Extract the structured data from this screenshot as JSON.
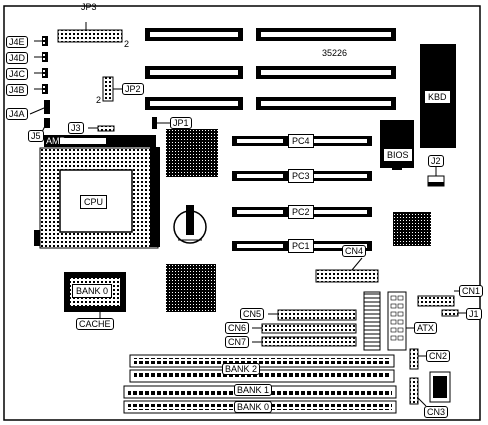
{
  "board_code": "35226",
  "labels": {
    "jp3": "JP3",
    "jp3_pin": "2",
    "j4e": "J4E",
    "j4d": "J4D",
    "j4c": "J4C",
    "j4b": "J4B",
    "j4a": "J4A",
    "j5": "J5",
    "j3": "J3",
    "jp1": "JP1",
    "jp2": "JP2",
    "jp2_pin": "2",
    "amp": "AMP",
    "cpu": "CPU",
    "bank0_cache": "BANK 0",
    "cache": "CACHE",
    "kbd": "KBD",
    "bios": "BIOS",
    "j2": "J2",
    "pc4": "PC4",
    "pc3": "PC3",
    "pc2": "PC2",
    "pc1": "PC1",
    "cn4": "CN4",
    "cn1": "CN1",
    "j1": "J1",
    "cn5": "CN5",
    "cn6": "CN6",
    "cn7": "CN7",
    "atx": "ATX",
    "cn2": "CN2",
    "cn3": "CN3",
    "bank2": "BANK 2",
    "bank1": "BANK 1",
    "bank0": "BANK 0"
  }
}
